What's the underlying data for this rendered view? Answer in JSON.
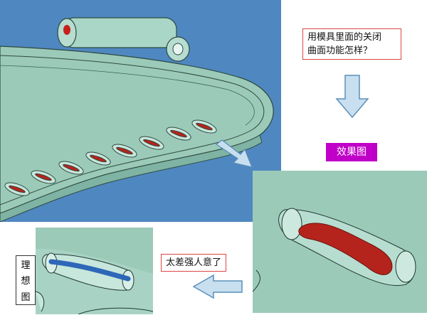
{
  "annotations": {
    "question": "用模具里面的关闭\n曲面功能怎样？",
    "result_label": "效果图",
    "comment": "太差强人意了",
    "ideal_label_chars": [
      "理",
      "想",
      "图"
    ]
  },
  "colors": {
    "model_bg_blue": "#4f87c0",
    "shell_green": "#9ccab8",
    "slot_red": "#b5241c",
    "arrow_fill": "#c8dff0",
    "arrow_stroke": "#5a8fb8",
    "label_magenta": "#c000c8"
  }
}
